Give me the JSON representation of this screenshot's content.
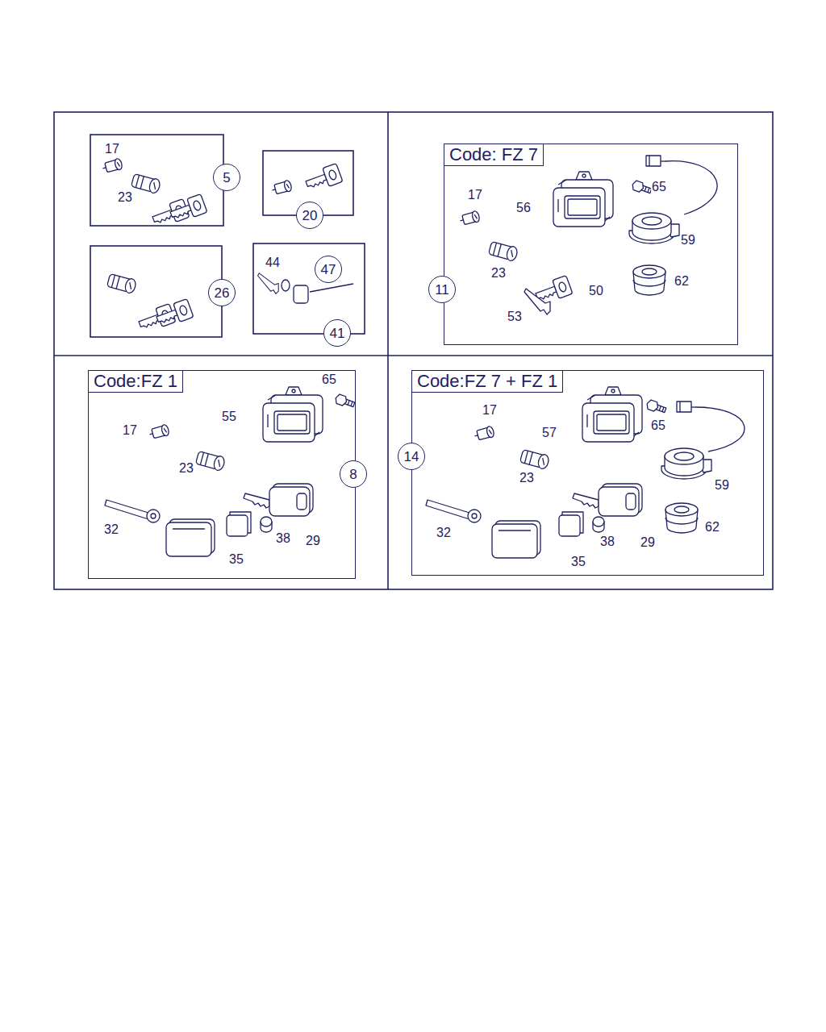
{
  "diagram": {
    "nodes": [
      {
        "text": [
          "5"
        ]
      },
      {
        "text": [
          "20"
        ]
      },
      {
        "text": [
          "26"
        ]
      },
      {
        "text": [
          "47"
        ]
      },
      {
        "text": [
          "41"
        ]
      },
      {
        "text": [
          "Code: FZ 7"
        ]
      },
      {
        "text": [
          "11"
        ]
      },
      {
        "text": [
          "Code:FZ 1"
        ]
      },
      {
        "text": [
          "8"
        ]
      },
      {
        "text": [
          "Code:FZ 7 + FZ 1"
        ]
      },
      {
        "text": [
          "14"
        ]
      }
    ],
    "labels": [
      "17",
      "23",
      "44",
      "17",
      "56",
      "65",
      "23",
      "59",
      "62",
      "50",
      "53",
      "65",
      "55",
      "17",
      "23",
      "32",
      "38",
      "29",
      "35",
      "17",
      "57",
      "65",
      "23",
      "59",
      "62",
      "32",
      "38",
      "29",
      "35"
    ]
  }
}
